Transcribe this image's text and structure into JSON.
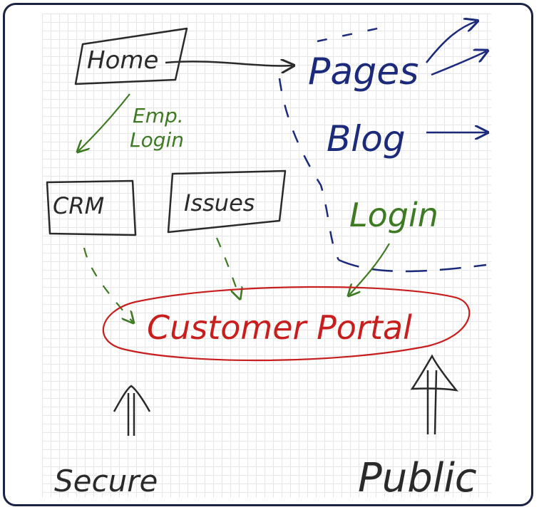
{
  "nodes": {
    "home": "Home",
    "pages": "Pages",
    "blog": "Blog",
    "crm": "CRM",
    "issues": "Issues",
    "customer_portal": "Customer Portal",
    "secure": "Secure",
    "public": "Public"
  },
  "edge_labels": {
    "emp_login_1": "Emp.",
    "emp_login_2": "Login",
    "login": "Login"
  },
  "colors": {
    "black_ink": "#2a2a2a",
    "blue_ink": "#1b2a7a",
    "green_ink": "#3d7a22",
    "red_ink": "#c81e1e",
    "frame": "#1c2244",
    "grid": "#e6e6e6"
  }
}
